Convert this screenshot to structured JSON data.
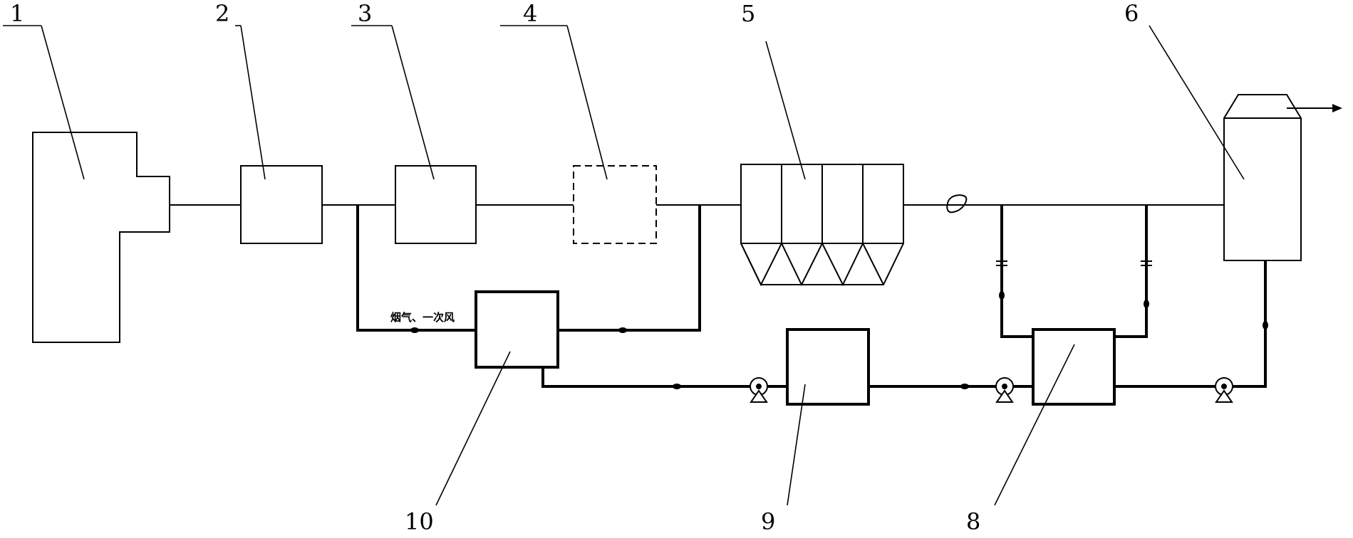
{
  "diagram": {
    "labels": {
      "l1": "1",
      "l2": "2",
      "l3": "3",
      "l4": "4",
      "l5": "5",
      "l6": "6",
      "l8": "8",
      "l9": "9",
      "l10": "10"
    },
    "flow_note": "烟气、一次风",
    "icons": [
      "fan-icon",
      "pump-icon",
      "valve-icon",
      "arrow-icon"
    ]
  }
}
